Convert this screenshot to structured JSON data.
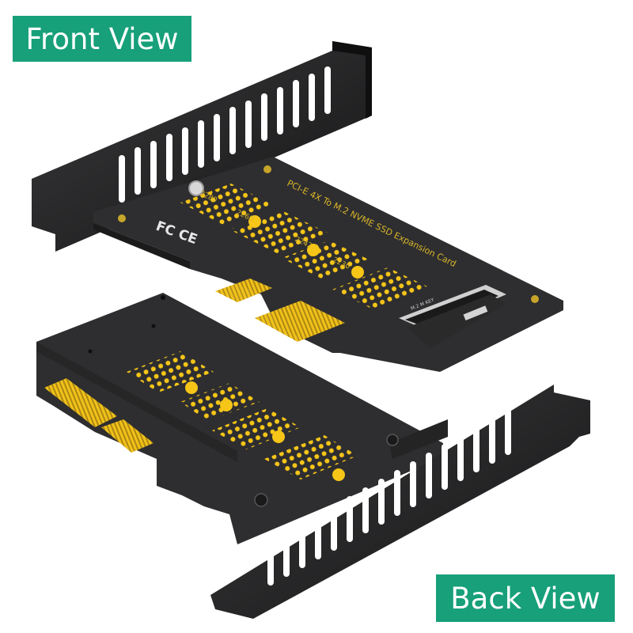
{
  "labels": {
    "front": "Front View",
    "back": "Back View"
  },
  "front_card": {
    "silkscreen_title": "PCI-E 4X To M.2 NVME SSD Expansion Card",
    "length_marks": [
      "2280",
      "2260",
      "2242",
      "2230"
    ],
    "slot_label": "M.2 M KEY",
    "logo_text": "FC CE"
  },
  "colors": {
    "label_bg": "#17a07a",
    "board": "#2e2e30",
    "gold": "#f5c518",
    "bracket": "#1f1f20"
  }
}
